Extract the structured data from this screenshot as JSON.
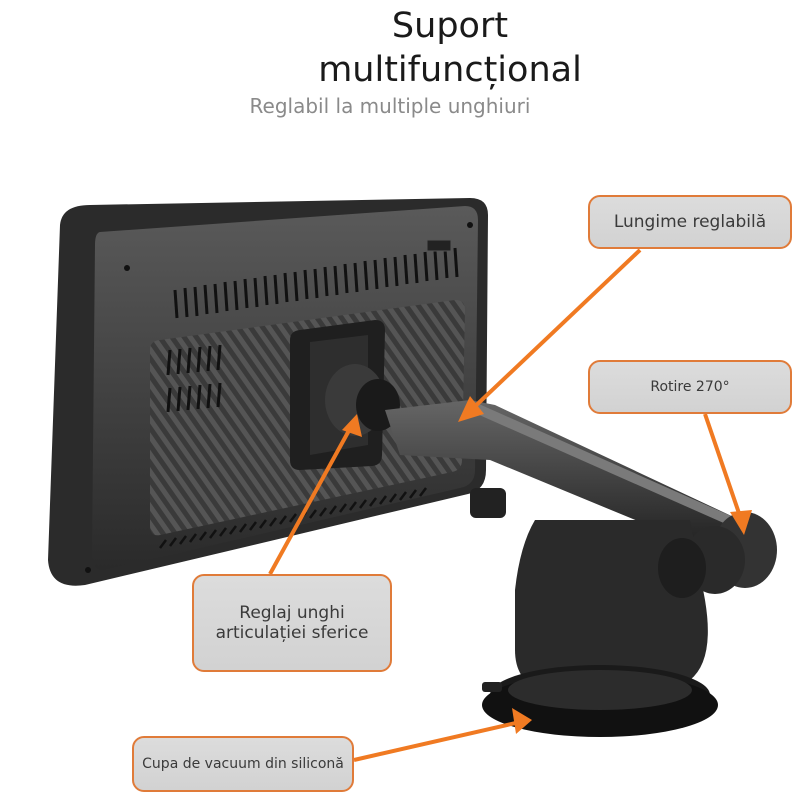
{
  "header": {
    "title_line1": "Suport",
    "title_line2": "multifuncțional",
    "subtitle": "Reglabil la multiple unghiuri"
  },
  "callouts": [
    {
      "id": "adjustable-length",
      "label": "Lungime reglabilă"
    },
    {
      "id": "rotation",
      "label": "Rotire 270°"
    },
    {
      "id": "ball-joint",
      "label": "Reglaj unghi articulației sferice"
    },
    {
      "id": "suction-cup",
      "label": "Cupa de vacuum din siliconă"
    }
  ],
  "colors": {
    "accent_orange": "#f07a22",
    "callout_bg": "#d6d6d6",
    "callout_border": "#e07b39",
    "title_text": "#1a1a1a",
    "subtitle_text": "#8a8a8a"
  },
  "product": {
    "name": "car-display-with-telescopic-suction-mount"
  }
}
